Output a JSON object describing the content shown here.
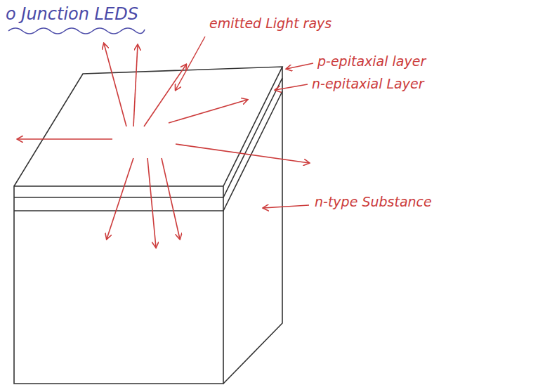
{
  "diagram": {
    "title": "o Junction LEDS",
    "labels": [
      "emitted Light rays",
      "p-epitaxial layer",
      "n-epitaxial Layer",
      "n-type Substance"
    ]
  }
}
